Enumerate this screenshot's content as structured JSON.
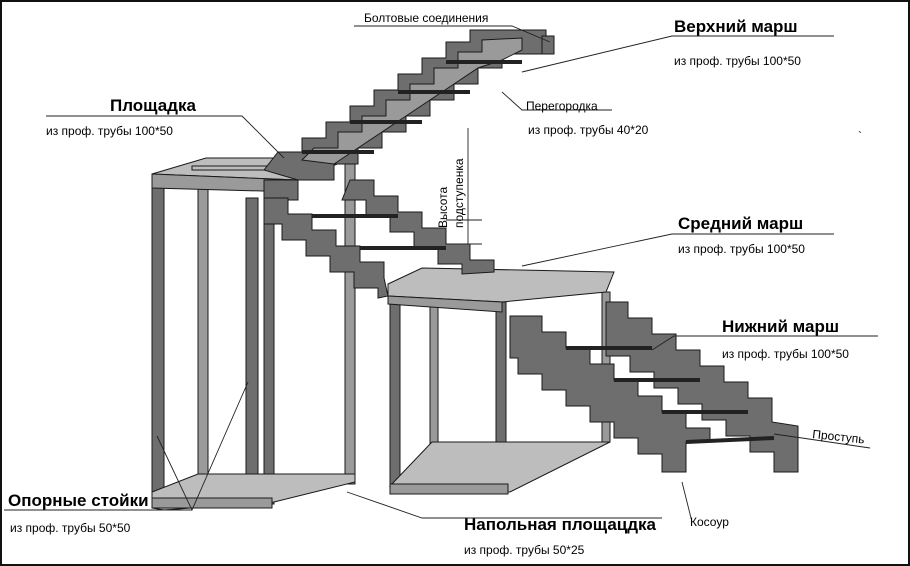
{
  "labels": {
    "bolts": "Болтовые соединения",
    "upper_flight": "Верхний марш",
    "upper_flight_sub": "из проф. трубы 100*50",
    "partition": "Перегородка",
    "partition_sub": "из проф. трубы 40*20",
    "landing": "Площадка",
    "landing_sub": "из проф. трубы 100*50",
    "riser_height_line1": "Высота",
    "riser_height_line2": "подступенка",
    "middle_flight": "Средний марш",
    "middle_flight_sub": "из проф. трубы 100*50",
    "lower_flight": "Нижний марш",
    "lower_flight_sub": "из проф. трубы 100*50",
    "tread": "Проступь",
    "support_posts": "Опорные стойки",
    "support_posts_sub": "из проф. трубы 50*50",
    "floor_platform": "Напольная площацдка",
    "floor_platform_sub": "из проф. трубы 50*25",
    "stringer": "Косоур"
  }
}
